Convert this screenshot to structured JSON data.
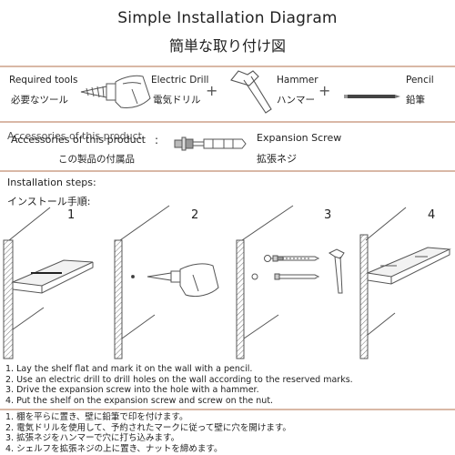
{
  "header": {
    "title_en": "Simple Installation Diagram",
    "title_jp": "簡単な取り付け図"
  },
  "tools": {
    "required_en": "Required tools",
    "required_jp": "必要なツール",
    "drill_en": "Electric Drill",
    "drill_jp": "電気ドリル",
    "hammer_en": "Hammer",
    "hammer_jp": "ハンマー",
    "pencil_en": "Pencil",
    "pencil_jp": "鉛筆",
    "plus": "+"
  },
  "accessories": {
    "label_en": "Accessories of this product",
    "label_jp": "この製品の付属品",
    "colon": ":",
    "screw_en": "Expansion Screw",
    "screw_jp": "拡張ネジ"
  },
  "installation": {
    "label_en": "Installation steps:",
    "label_jp": "インストール手順:",
    "step_numbers": [
      "1",
      "2",
      "3",
      "4"
    ]
  },
  "instructions": {
    "en": [
      "1. Lay the shelf flat and mark it on the wall with a pencil.",
      "2. Use an electric drill to drill holes on the wall according to the reserved marks.",
      "3. Drive the expansion screw into the hole with a hammer.",
      "4. Put the shelf on the expansion screw and screw on the nut."
    ],
    "jp": [
      "1. 棚を平らに置き、壁に鉛筆で印を付けます。",
      "2. 電気ドリルを使用して、予約されたマークに従って壁に穴を開けます。",
      "3. 拡張ネジをハンマーで穴に打ち込みます。",
      "4. シェルフを拡張ネジの上に置き、ナットを締めます。"
    ]
  },
  "colors": {
    "divider": "#d9b8a6",
    "line_art": "#555555",
    "wall_hatch": "#777777"
  }
}
